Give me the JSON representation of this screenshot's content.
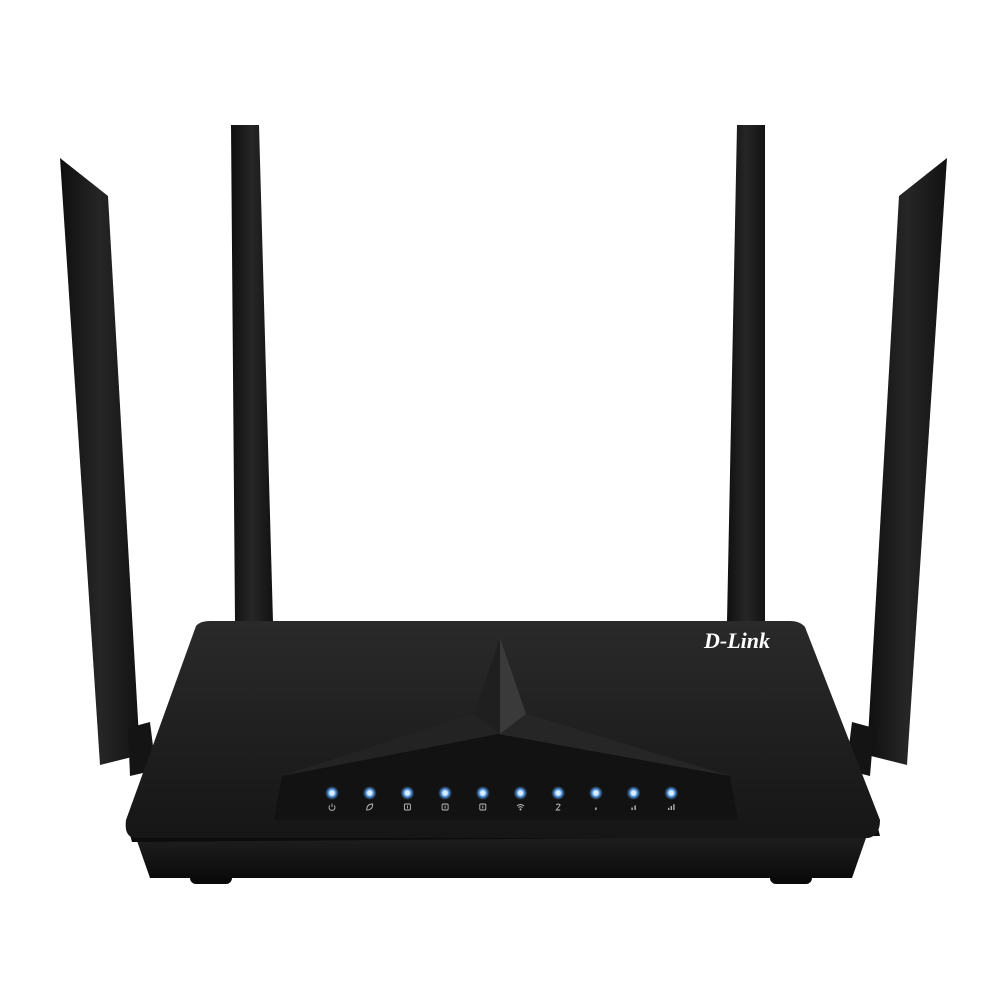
{
  "brand": {
    "logo_text": "D-Link"
  },
  "colors": {
    "background": "#ffffff",
    "body": "#1b1b1b",
    "body_dark": "#0e0e0e",
    "antenna": "#1a1a1a",
    "led": "#5ea9ff",
    "logo": "#ffffff",
    "indicator_icon": "#bdbdbd"
  },
  "antennas": [
    {
      "name": "left-outer"
    },
    {
      "name": "left-inner"
    },
    {
      "name": "right-inner"
    },
    {
      "name": "right-outer"
    }
  ],
  "indicators": [
    {
      "name": "power",
      "icon": "power-icon",
      "state": "on"
    },
    {
      "name": "eco",
      "icon": "leaf-icon",
      "state": "on"
    },
    {
      "name": "lan-3",
      "icon": "lan-port-icon",
      "state": "on"
    },
    {
      "name": "lan-2",
      "icon": "lan-port-icon",
      "state": "on"
    },
    {
      "name": "lan-1",
      "icon": "lan-port-icon",
      "state": "on"
    },
    {
      "name": "wifi",
      "icon": "wifi-icon",
      "state": "on"
    },
    {
      "name": "internet",
      "icon": "internet-icon",
      "state": "on"
    },
    {
      "name": "signal-1",
      "icon": "signal-bar-1-icon",
      "state": "on"
    },
    {
      "name": "signal-2",
      "icon": "signal-bar-2-icon",
      "state": "on"
    },
    {
      "name": "signal-3",
      "icon": "signal-bar-3-icon",
      "state": "on"
    }
  ]
}
